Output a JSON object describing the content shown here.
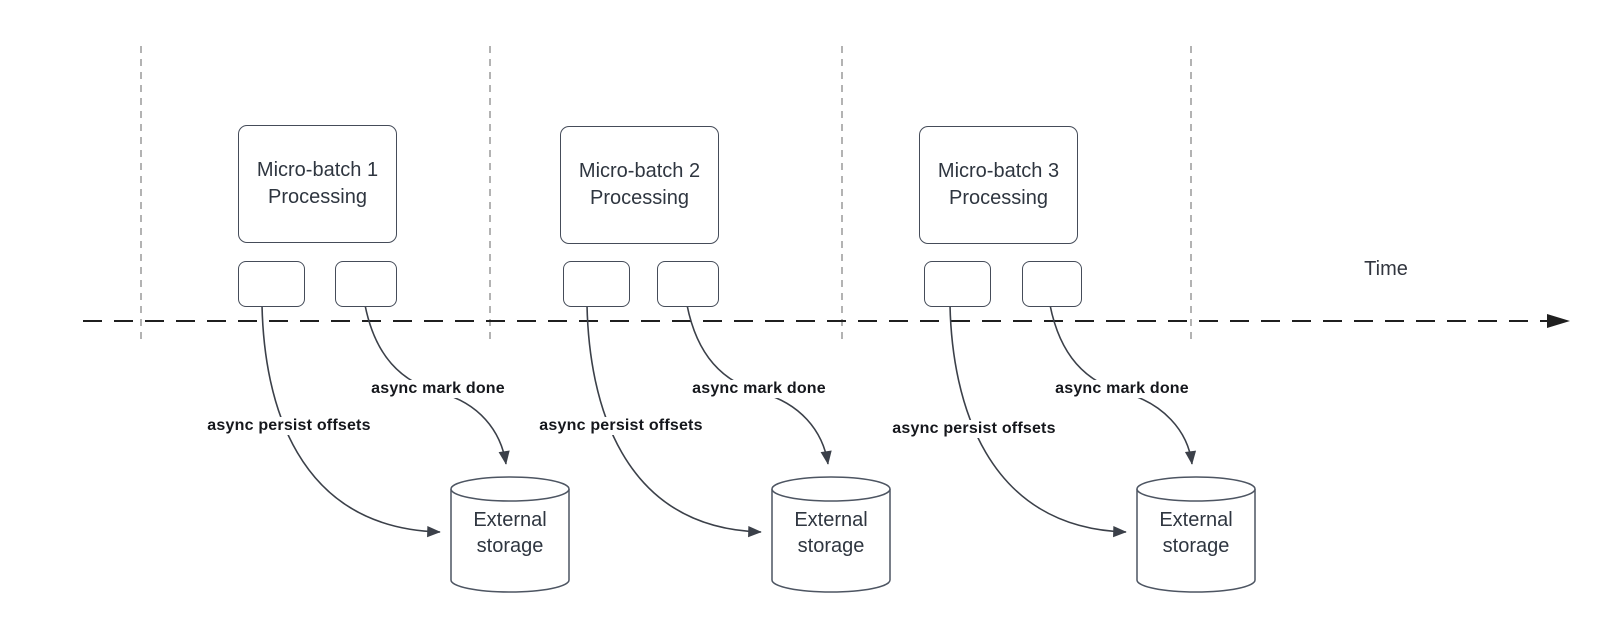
{
  "diagram": {
    "time_label": "Time",
    "groups": [
      {
        "box_title": "Micro-batch 1\nProcessing",
        "persist_label": "async persist offsets",
        "done_label": "async mark done",
        "storage_label": "External\nstorage"
      },
      {
        "box_title": "Micro-batch 2\nProcessing",
        "persist_label": "async persist offsets",
        "done_label": "async mark done",
        "storage_label": "External\nstorage"
      },
      {
        "box_title": "Micro-batch 3\nProcessing",
        "persist_label": "async persist offsets",
        "done_label": "async mark done",
        "storage_label": "External\nstorage"
      }
    ],
    "colors": {
      "background": "#ffffff",
      "curve": "#3b4049",
      "box_border": "#454c59",
      "box_text": "#2f3640",
      "guide_line": "#b3b3b3",
      "time_axis": "#1f1f1f",
      "label_text": "#15171c",
      "cylinder_border": "#4d5562"
    }
  }
}
